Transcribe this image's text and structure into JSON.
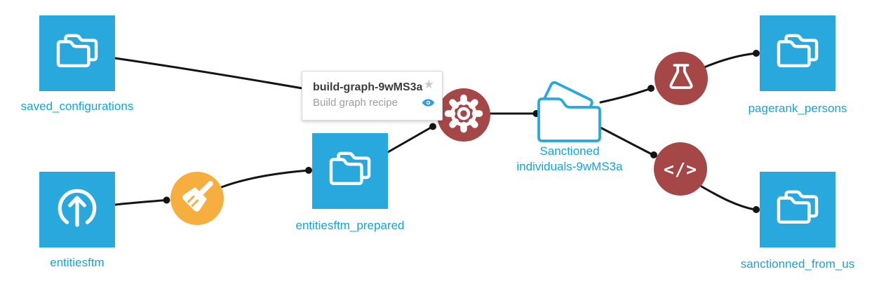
{
  "colors": {
    "dataset_blue": "#29A8DD",
    "recipe_red": "#A64747",
    "recipe_yellow": "#F6AF3F",
    "label_blue": "#17A2DC",
    "edge_black": "#141414",
    "tooltip_eye_blue": "#2F9FE0"
  },
  "flow": {
    "datasets": {
      "saved_configurations": {
        "label": "saved_configurations",
        "icon": "folders-icon"
      },
      "entitiesftm": {
        "label": "entitiesftm",
        "icon": "upload-icon"
      },
      "entitiesftm_prepared": {
        "label": "entitiesftm_prepared",
        "icon": "folders-icon"
      },
      "pagerank_persons": {
        "label": "pagerank_persons",
        "icon": "folders-icon"
      },
      "sanctionned_from_us": {
        "label": "sanctionned_from_us",
        "icon": "folders-icon"
      },
      "sanctioned_individuals": {
        "label_line1": "Sanctioned",
        "label_line2": "individuals-9wMS3a",
        "icon": "open-folder-icon"
      }
    },
    "recipes": {
      "prepare": {
        "icon": "broom-icon"
      },
      "build_graph": {
        "icon": "gear-icon"
      },
      "analyze": {
        "icon": "flask-icon"
      },
      "code": {
        "icon": "code-icon",
        "glyph": "</>"
      }
    },
    "tooltip": {
      "title": "build-graph-9wMS3a",
      "subtitle": "Build graph recipe",
      "star": "★"
    }
  }
}
